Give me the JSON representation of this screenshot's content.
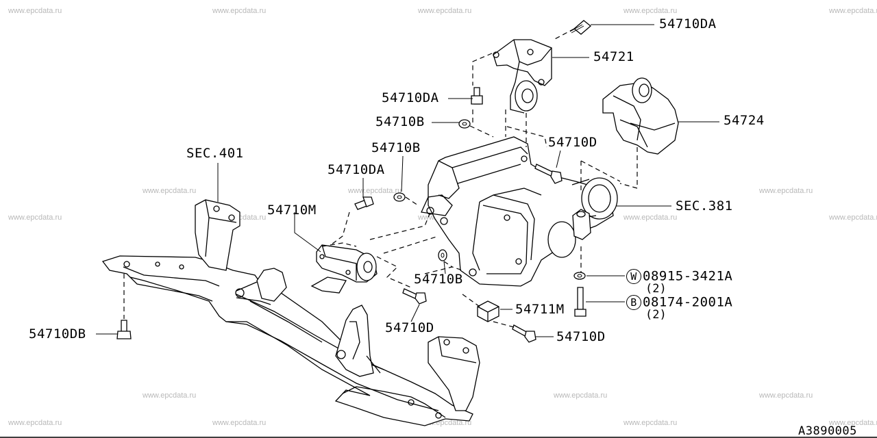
{
  "watermark": "www.epcdata.ru",
  "diagram_code": "A3890005",
  "parts": {
    "p54710DA_top": "54710DA",
    "p54721": "54721",
    "p54710DA_mid": "54710DA",
    "p54710B_top": "54710B",
    "p54724": "54724",
    "p54710D_right": "54710D",
    "sec401": "SEC.401",
    "p54710B_mid": "54710B",
    "p54710DA_left": "54710DA",
    "sec381": "SEC.381",
    "p54710M": "54710M",
    "washer_symbol": "W",
    "washer_part": "08915-3421A",
    "washer_qty": "(2)",
    "bolt_symbol": "B",
    "bolt_part": "08174-2001A",
    "bolt_qty": "(2)",
    "p54710B_low": "54710B",
    "p54711M": "54711M",
    "p54710DB": "54710DB",
    "p54710D_low": "54710D",
    "p54710D_bottom": "54710D"
  }
}
